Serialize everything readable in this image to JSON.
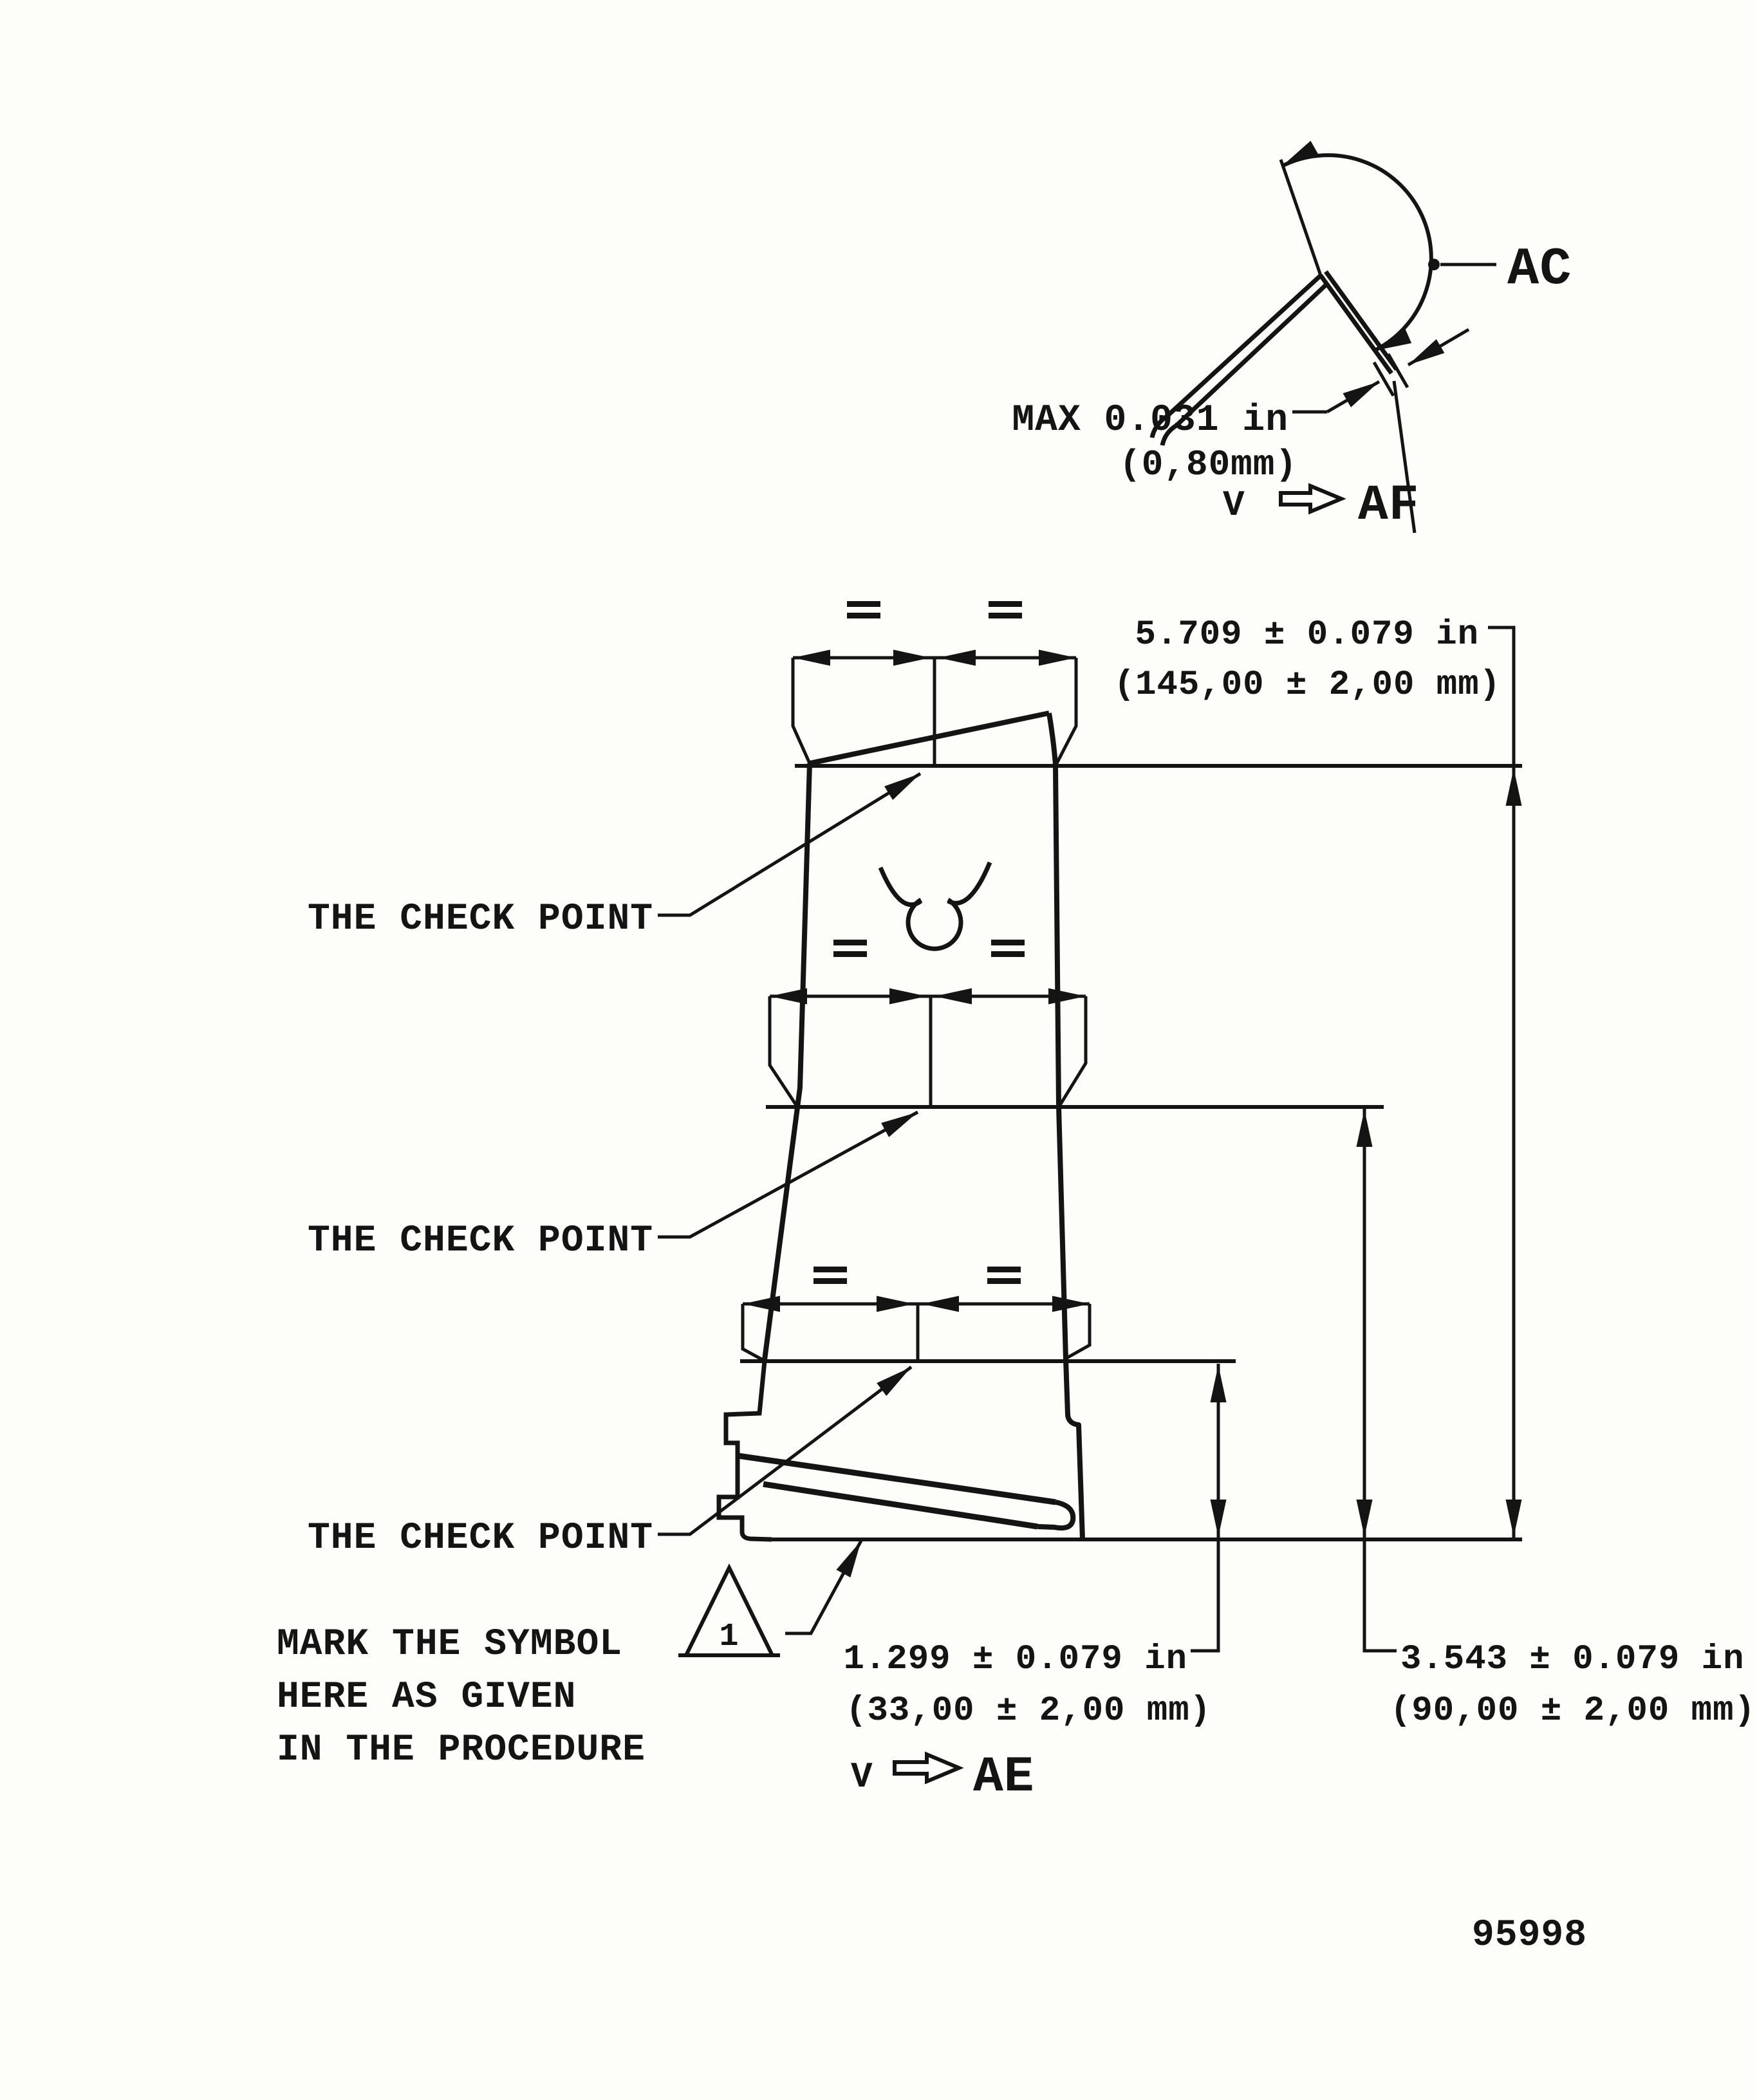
{
  "drawing": {
    "figure_number": "95998",
    "ink_color": "#141414",
    "paper_color": "#fdfdfa",
    "detail_view": {
      "callout": "AC",
      "max_line1": "MAX 0.031 in",
      "max_line2": "(0,80mm)",
      "view_prefix": "V",
      "view_label": "AF"
    },
    "main_view": {
      "check_point_1": "THE CHECK POINT",
      "check_point_2": "THE CHECK POINT",
      "check_point_3": "THE CHECK POINT",
      "note_line1": "MARK THE SYMBOL",
      "note_triangle": "1",
      "note_line2": "HERE AS GIVEN",
      "note_line3": "IN THE PROCEDURE",
      "dim_total_in": "5.709 ± 0.079 in",
      "dim_total_mm": "(145,00 ± 2,00 mm)",
      "dim_mid_in": "3.543 ± 0.079 in",
      "dim_mid_mm": "(90,00 ± 2,00 mm)",
      "dim_low_in": "1.299 ± 0.079 in",
      "dim_low_mm": "(33,00 ± 2,00 mm)",
      "view_prefix": "V",
      "view_label": "AE"
    }
  }
}
